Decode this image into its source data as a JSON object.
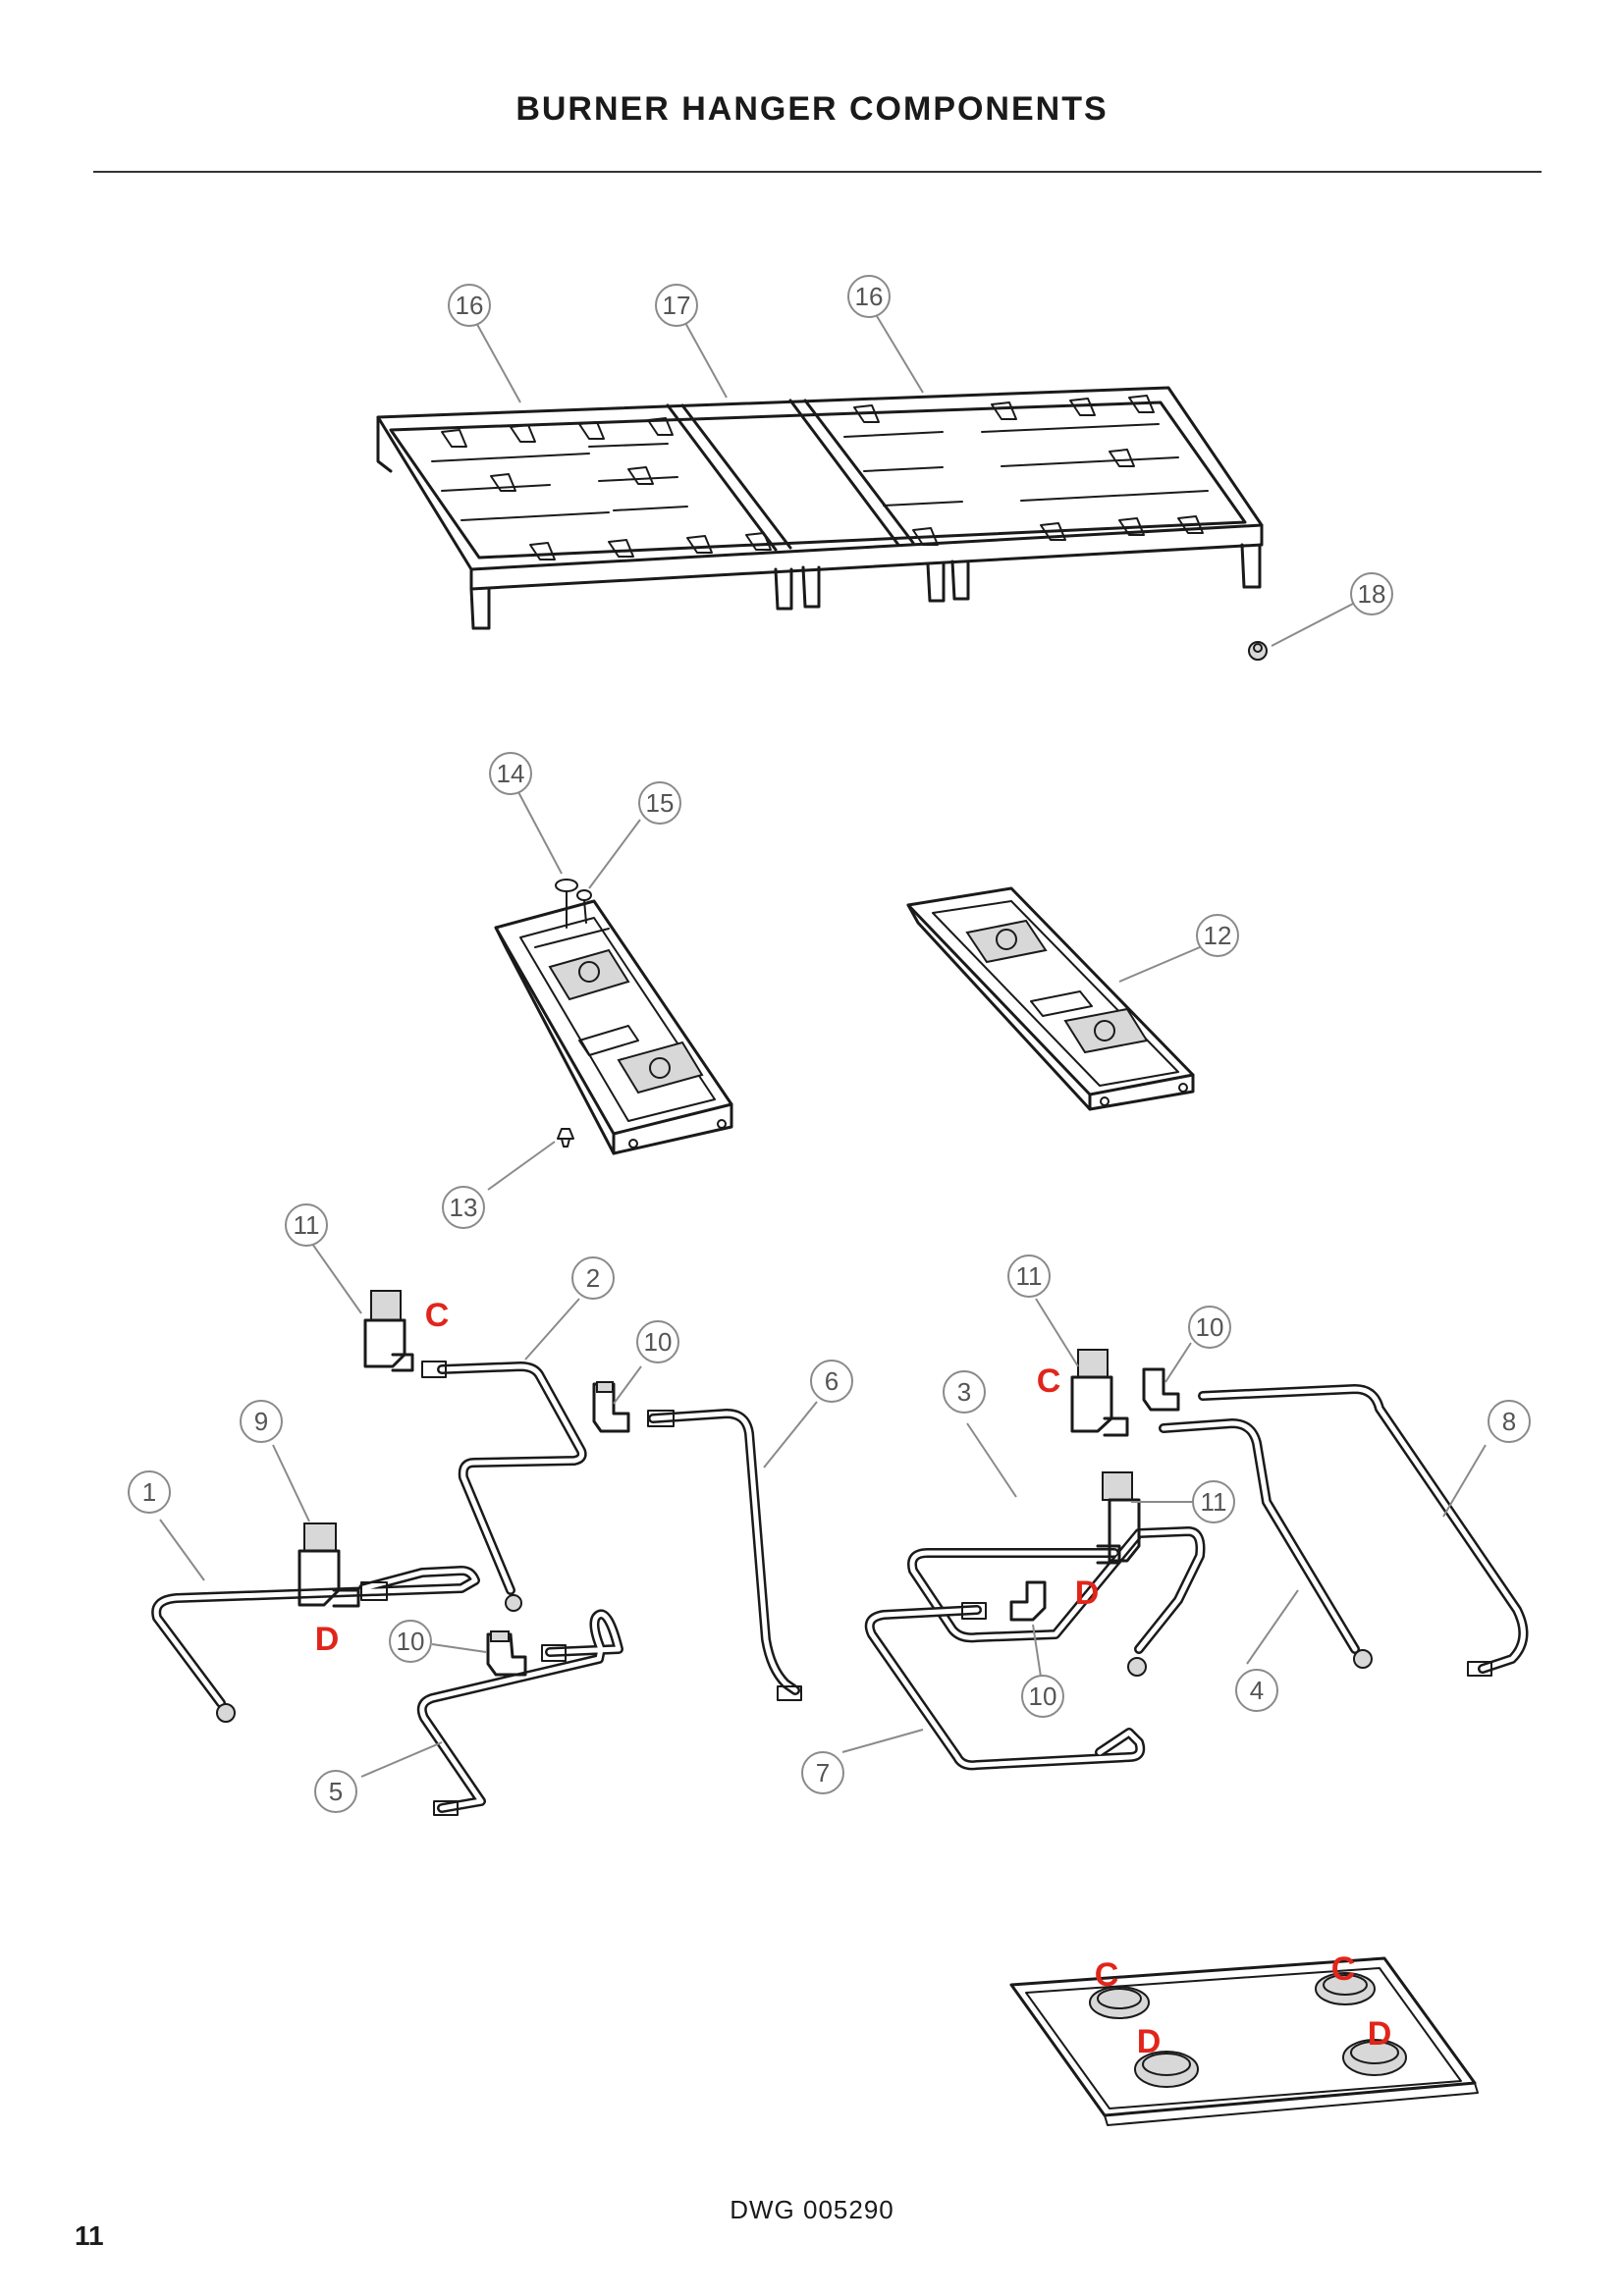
{
  "title": "BURNER HANGER COMPONENTS",
  "drawing_number": "DWG 005290",
  "page_number": "11",
  "callouts": [
    "16",
    "17",
    "16",
    "18",
    "14",
    "15",
    "12",
    "13",
    "11",
    "2",
    "10",
    "6",
    "9",
    "1",
    "10",
    "5",
    "11",
    "10",
    "3",
    "8",
    "11",
    "10",
    "7",
    "4"
  ],
  "markers": [
    "C",
    "D",
    "C",
    "D",
    "C",
    "C",
    "D",
    "D"
  ],
  "colors": {
    "marker": "#e1251b",
    "callout": "#8a8a8a",
    "line": "#1a1a1a"
  }
}
